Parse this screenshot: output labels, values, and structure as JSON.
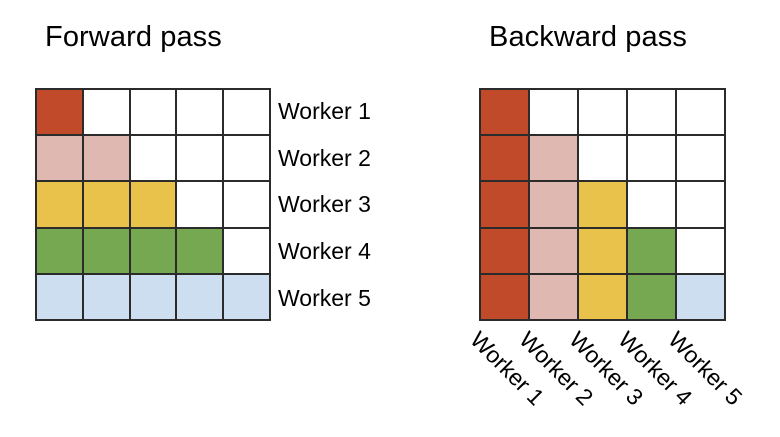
{
  "figure": {
    "background_color": "#ffffff",
    "grid_line_color": "#2b2b2b",
    "empty_cell_color": "#ffffff"
  },
  "palette": {
    "worker_1": "#c04a2a",
    "worker_2": "#dfb9b1",
    "worker_3": "#e8c24a",
    "worker_4": "#76a852",
    "worker_5": "#ccdeef"
  },
  "panels": [
    {
      "id": "forward",
      "title": "Forward pass",
      "grid": {
        "rows": 5,
        "cols": 5,
        "row_labels": [
          "Worker 1",
          "Worker 2",
          "Worker 3",
          "Worker 4",
          "Worker 5"
        ],
        "col_labels": [],
        "cells": [
          [
            "#c04a2a",
            "#ffffff",
            "#ffffff",
            "#ffffff",
            "#ffffff"
          ],
          [
            "#dfb9b1",
            "#dfb9b1",
            "#ffffff",
            "#ffffff",
            "#ffffff"
          ],
          [
            "#e8c24a",
            "#e8c24a",
            "#e8c24a",
            "#ffffff",
            "#ffffff"
          ],
          [
            "#76a852",
            "#76a852",
            "#76a852",
            "#76a852",
            "#ffffff"
          ],
          [
            "#ccdeef",
            "#ccdeef",
            "#ccdeef",
            "#ccdeef",
            "#ccdeef"
          ]
        ]
      }
    },
    {
      "id": "backward",
      "title": "Backward pass",
      "grid": {
        "rows": 5,
        "cols": 5,
        "row_labels": [],
        "col_labels": [
          "Worker 1",
          "Worker 2",
          "Worker 3",
          "Worker 4",
          "Worker 5"
        ],
        "cells": [
          [
            "#c04a2a",
            "#ffffff",
            "#ffffff",
            "#ffffff",
            "#ffffff"
          ],
          [
            "#c04a2a",
            "#dfb9b1",
            "#ffffff",
            "#ffffff",
            "#ffffff"
          ],
          [
            "#c04a2a",
            "#dfb9b1",
            "#e8c24a",
            "#ffffff",
            "#ffffff"
          ],
          [
            "#c04a2a",
            "#dfb9b1",
            "#e8c24a",
            "#76a852",
            "#ffffff"
          ],
          [
            "#c04a2a",
            "#dfb9b1",
            "#e8c24a",
            "#76a852",
            "#ccdeef"
          ]
        ]
      }
    }
  ]
}
